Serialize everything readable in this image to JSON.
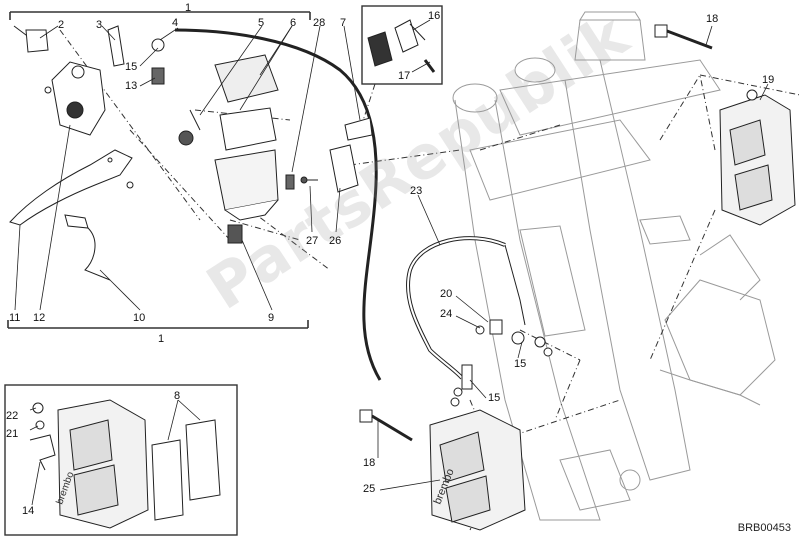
{
  "watermark": "PartsRepublik",
  "drawing_code": "BRB00453",
  "callouts": {
    "c1_top": "1",
    "c2": "2",
    "c3": "3",
    "c4": "4",
    "c5": "5",
    "c6": "6",
    "c28": "28",
    "c7": "7",
    "c16": "16",
    "c17": "17",
    "c18_top": "18",
    "c19": "19",
    "c15_a": "15",
    "c13": "13",
    "c11": "11",
    "c12": "12",
    "c10": "10",
    "c9": "9",
    "c1_bottom": "1",
    "c27": "27",
    "c26": "26",
    "c23": "23",
    "c20": "20",
    "c24": "24",
    "c15_b": "15",
    "c15_c": "15",
    "c8": "8",
    "c22": "22",
    "c21": "21",
    "c14": "14",
    "c18_bottom": "18",
    "c25": "25"
  }
}
